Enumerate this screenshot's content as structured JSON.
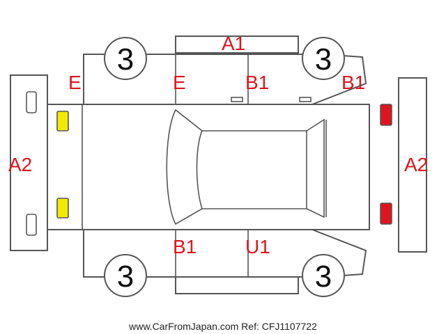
{
  "labels": {
    "front_bumper": "A2",
    "rear_bumper": "A2",
    "top_left_fender": "E",
    "top_front_door": "E",
    "top_rear_door": "B1",
    "top_quarter": "B1",
    "top_sill": "A1",
    "bottom_front_door": "B1",
    "bottom_rear_door": "U1"
  },
  "wheels": {
    "top_left": "3",
    "top_right": "3",
    "bottom_left": "3",
    "bottom_right": "3"
  },
  "markers": {
    "front_lamp_color": "#f2ea00",
    "rear_lamp_color": "#e0141e",
    "label_color": "#e0141e"
  },
  "footer": "www.CarFromJapan.com Ref: CFJ1107722"
}
